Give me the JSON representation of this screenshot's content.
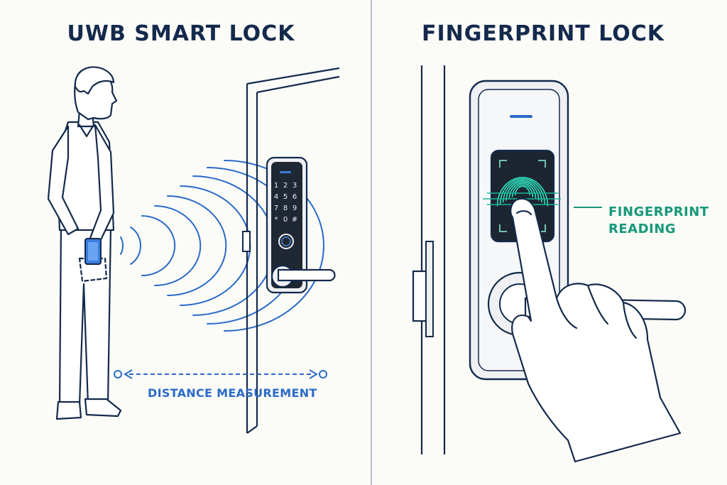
{
  "left_panel": {
    "title": "UWB SMART LOCK",
    "distance_label": "DISTANCE MEASUREMENT",
    "keypad_keys": [
      "1",
      "2",
      "3",
      "4",
      "5",
      "6",
      "7",
      "8",
      "9",
      "*",
      "0",
      "#"
    ]
  },
  "right_panel": {
    "title": "FINGERPRINT LOCK",
    "reading_label_line1": "FINGERPRINT",
    "reading_label_line2": "READING"
  },
  "colors": {
    "ink": "#142a4c",
    "signal_blue": "#2a6ac8",
    "phone_blue": "#3b7de0",
    "scan_teal": "#19b59a",
    "label_teal": "#17997a",
    "background": "#fbfbf8"
  }
}
